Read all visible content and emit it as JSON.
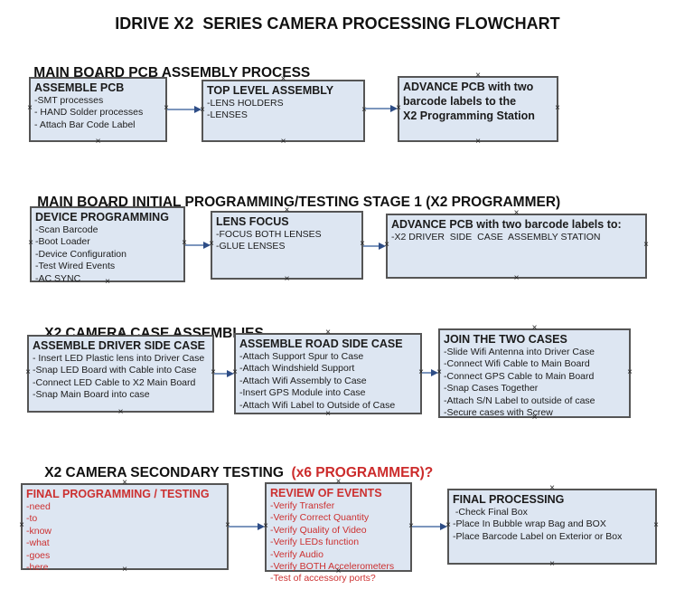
{
  "title": "IDRIVE X2  SERIES CAMERA PROCESSING FLOWCHART",
  "icons": {
    "connector": "×"
  },
  "colors": {
    "box_fill": "#dde6f2",
    "box_border": "#555555",
    "red_text": "#cc3030",
    "arrow_line": "#7c96bd",
    "arrow_head": "#2e4d86"
  },
  "sections": [
    {
      "heading": "MAIN BOARD PCB ASSEMBLY PROCESS",
      "heading_red": "",
      "boxes": [
        {
          "title": "ASSEMBLE PCB",
          "items": [
            "-SMT processes",
            "- HAND Solder processes",
            "- Attach Bar Code Label"
          ]
        },
        {
          "title": "TOP LEVEL ASSEMBLY",
          "items": [
            "-LENS HOLDERS",
            "-LENSES"
          ]
        },
        {
          "title": "ADVANCE PCB with two\nbarcode labels to the\n X2 Programming Station",
          "items": []
        }
      ]
    },
    {
      "heading": "MAIN BOARD INITIAL PROGRAMMING/TESTING STAGE 1 (X2 PROGRAMMER)",
      "heading_red": "",
      "boxes": [
        {
          "title": "DEVICE PROGRAMMING",
          "items": [
            "-Scan Barcode",
            "-Boot Loader",
            "-Device Configuration",
            "-Test Wired Events",
            "-AC SYNC"
          ]
        },
        {
          "title": "LENS FOCUS",
          "items": [
            "-FOCUS BOTH LENSES",
            "-GLUE LENSES"
          ]
        },
        {
          "title": "ADVANCE PCB with two barcode labels to:",
          "items": [
            "-X2 DRIVER  SIDE  CASE  ASSEMBLY STATION"
          ]
        }
      ]
    },
    {
      "heading": "X2 CAMERA CASE ASSEMBLIES",
      "heading_red": "",
      "boxes": [
        {
          "title": "ASSEMBLE DRIVER SIDE CASE",
          "items": [
            "- Insert LED Plastic lens into Driver Case",
            "-Snap LED Board with Cable into Case",
            "-Connect LED Cable to X2 Main Board",
            "-Snap Main Board into case"
          ]
        },
        {
          "title": "ASSEMBLE ROAD SIDE CASE",
          "items": [
            "-Attach Support Spur to Case",
            "-Attach Windshield Support",
            "-Attach Wifi Assembly to Case",
            "-Insert GPS Module into Case",
            "-Attach Wifi Label to Outside of Case"
          ]
        },
        {
          "title": "JOIN THE TWO CASES",
          "items": [
            "-Slide Wifi Antenna into Driver Case",
            "-Connect Wifi Cable to Main Board",
            "-Connect GPS Cable to Main Board",
            "-Snap Cases Together",
            "-Attach S/N Label to outside of case",
            "-Secure cases with Screw"
          ]
        }
      ]
    },
    {
      "heading": "X2 CAMERA SECONDARY TESTING ",
      "heading_red": " (x6 PROGRAMMER)?",
      "boxes": [
        {
          "title": "FINAL PROGRAMMING / TESTING",
          "items": [
            "-need",
            "-to",
            "-know",
            "-what",
            "-goes",
            "-here"
          ]
        },
        {
          "title": "REVIEW OF EVENTS",
          "items": [
            "-Verify Transfer",
            "-Verify Correct Quantity",
            "-Verify Quality of Video",
            "-Verify LEDs function",
            "-Verify Audio",
            "-Verify BOTH Accelerometers",
            "-Test of accessory ports?"
          ]
        },
        {
          "title": "FINAL PROCESSING",
          "items": [
            " -Check Final Box",
            "-Place In Bubble wrap Bag and BOX",
            "-Place Barcode Label on Exterior or Box"
          ]
        }
      ]
    }
  ]
}
